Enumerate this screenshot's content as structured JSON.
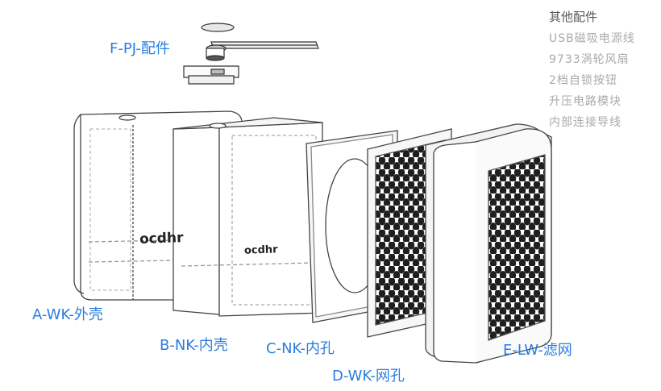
{
  "parts": {
    "a": "A-WK-外壳",
    "b": "B-NK-内壳",
    "c": "C-NK-内孔",
    "d": "D-WK-网孔",
    "e": "E-LW-滤网",
    "f": "F-PJ-配件"
  },
  "accessories": {
    "title": "其他配件",
    "items": [
      "USB磁吸电源线",
      "9733涡轮风扇",
      "2档自锁按钮",
      "升压电路模块",
      "内部连接导线"
    ]
  },
  "brand_marks": {
    "shell_a": "ocdhr",
    "shell_b": "ocdhr"
  },
  "colors": {
    "label_blue": "#2b7de0",
    "accessory_title": "#555555",
    "accessory_item": "#aaaaaa",
    "line": "#444444"
  }
}
